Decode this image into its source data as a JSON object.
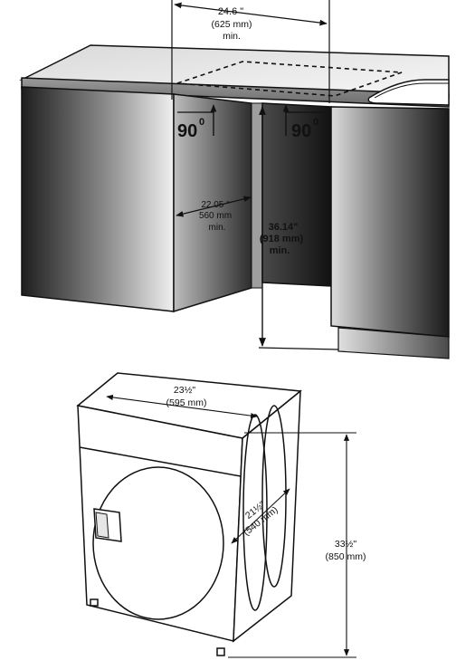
{
  "cabinet_diagram": {
    "width_line1": "24.6 \"",
    "width_line2": "(625 mm)",
    "width_line3": "min.",
    "angle_left": "90",
    "angle_right": "90",
    "angle_degree": "0",
    "depth_line1": "22.05 \"",
    "depth_line2": "560 mm",
    "depth_line3": "min.",
    "height_line1": "36.14\"",
    "height_line2": "(918 mm)",
    "height_line3": "min."
  },
  "dryer_diagram": {
    "width_line1": "23½\"",
    "width_line2": "(595 mm)",
    "depth_line1": "21½\"",
    "depth_line2": "(540 mm)",
    "height_line1": "33½\"",
    "height_line2": "(850 mm)"
  },
  "colors": {
    "cabinet_dark": "#2a2a2a",
    "cabinet_light": "#eeeeee",
    "countertop": "#777777",
    "line": "#111111"
  }
}
